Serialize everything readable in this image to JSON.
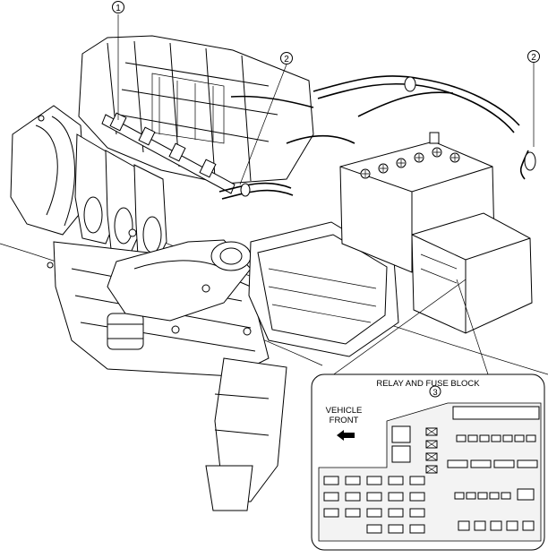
{
  "callouts": [
    {
      "id": "c1",
      "label": "1"
    },
    {
      "id": "c2a",
      "label": "2"
    },
    {
      "id": "c2b",
      "label": "2"
    },
    {
      "id": "c3",
      "label": "3"
    }
  ],
  "inset": {
    "title": "RELAY AND FUSE BLOCK",
    "direction_line1": "VEHICLE",
    "direction_line2": "FRONT"
  }
}
